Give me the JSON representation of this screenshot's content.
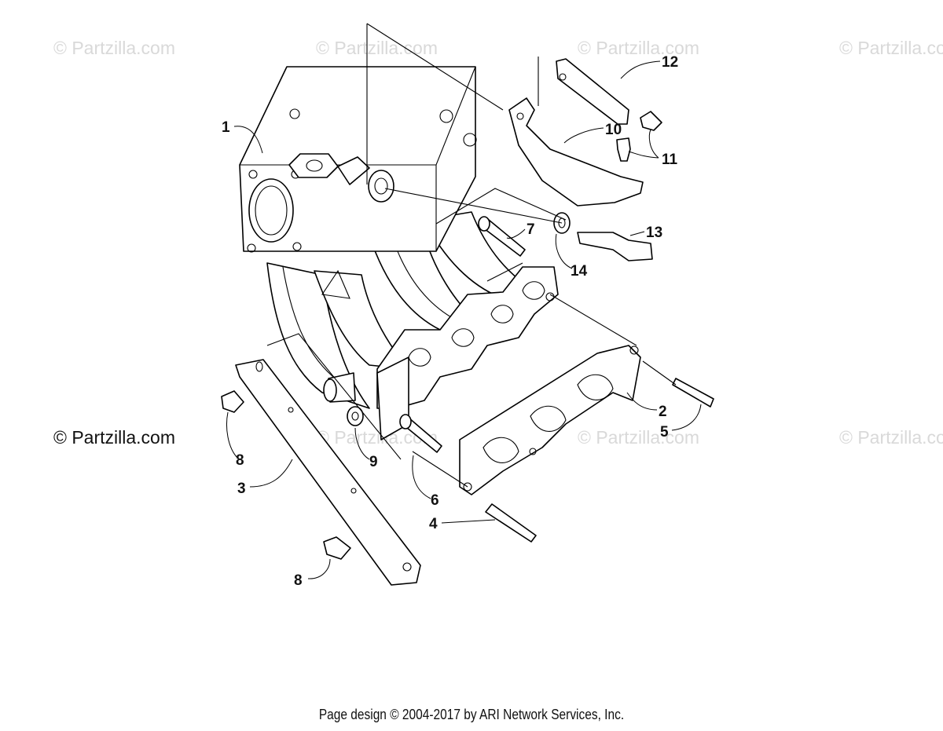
{
  "watermarks": [
    "© Partzilla.com",
    "© Partzilla.com",
    "© Partzilla.com",
    "© Partzilla.com",
    "© Partzilla.com",
    "© Partzilla.com",
    "© Partzilla.com",
    "© Partzilla.com"
  ],
  "callouts": [
    "1",
    "2",
    "3",
    "4",
    "5",
    "6",
    "7",
    "8",
    "8",
    "9",
    "10",
    "11",
    "12",
    "13",
    "14"
  ],
  "footer": "Page design © 2004-2017 by ARI Network Services, Inc."
}
